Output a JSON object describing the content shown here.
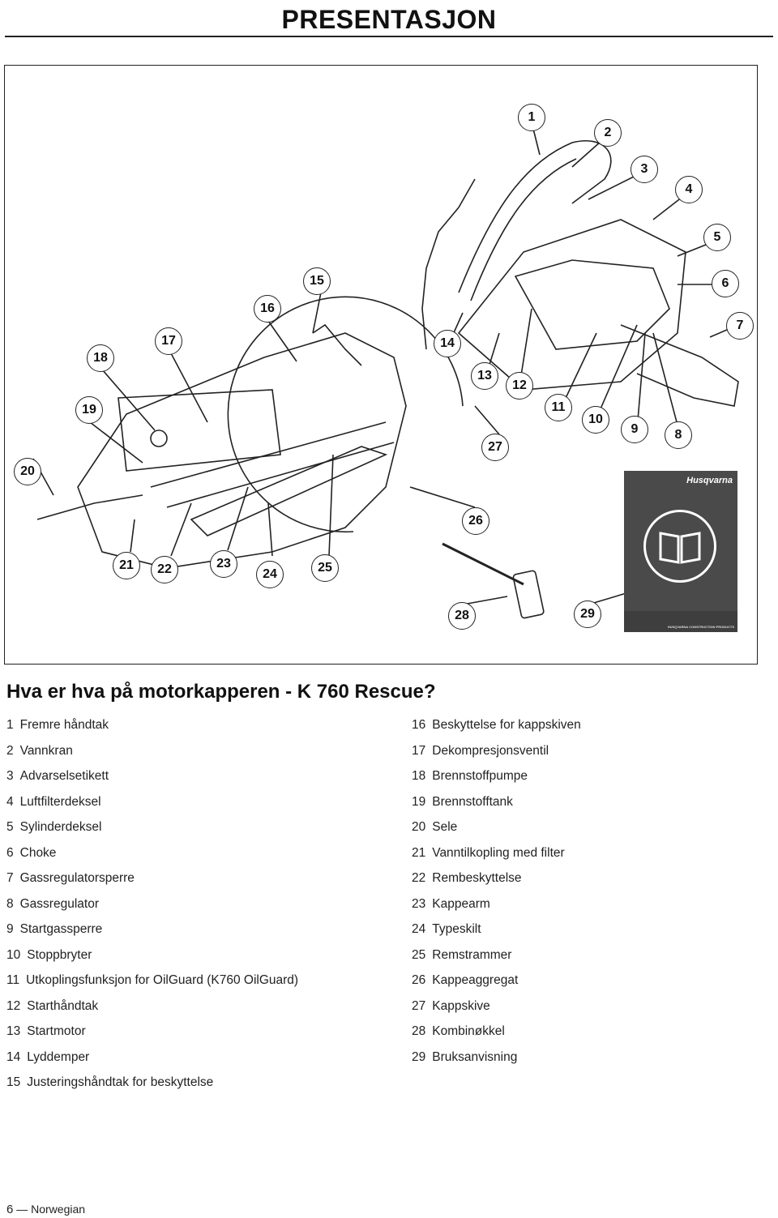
{
  "header": {
    "title": "PRESENTASJON"
  },
  "figure": {
    "callouts": [
      "1",
      "2",
      "3",
      "4",
      "5",
      "6",
      "7",
      "8",
      "9",
      "10",
      "11",
      "12",
      "13",
      "14",
      "15",
      "16",
      "17",
      "18",
      "19",
      "20",
      "21",
      "22",
      "23",
      "24",
      "25",
      "26",
      "27",
      "28",
      "29"
    ],
    "manual": {
      "brand": "Husqvarna",
      "footer": "HUSQVARNA CONSTRUCTION PRODUCTS"
    }
  },
  "section": {
    "heading": "Hva er hva på motorkapperen - K 760 Rescue?"
  },
  "parts_left": [
    {
      "num": "1",
      "label": "Fremre håndtak"
    },
    {
      "num": "2",
      "label": "Vannkran"
    },
    {
      "num": "3",
      "label": "Advarselsetikett"
    },
    {
      "num": "4",
      "label": "Luftfilterdeksel"
    },
    {
      "num": "5",
      "label": "Sylinderdeksel"
    },
    {
      "num": "6",
      "label": "Choke"
    },
    {
      "num": "7",
      "label": "Gassregulatorsperre"
    },
    {
      "num": "8",
      "label": "Gassregulator"
    },
    {
      "num": "9",
      "label": "Startgassperre"
    },
    {
      "num": "10",
      "label": "Stoppbryter"
    },
    {
      "num": "11",
      "label": "Utkoplingsfunksjon for OilGuard (K760 OilGuard)"
    },
    {
      "num": "12",
      "label": "Starthåndtak"
    },
    {
      "num": "13",
      "label": "Startmotor"
    },
    {
      "num": "14",
      "label": "Lyddemper"
    },
    {
      "num": "15",
      "label": "Justeringshåndtak for beskyttelse"
    }
  ],
  "parts_right": [
    {
      "num": "16",
      "label": "Beskyttelse for kappskiven"
    },
    {
      "num": "17",
      "label": "Dekompresjonsventil"
    },
    {
      "num": "18",
      "label": "Brennstoffpumpe"
    },
    {
      "num": "19",
      "label": "Brennstofftank"
    },
    {
      "num": "20",
      "label": "Sele"
    },
    {
      "num": "21",
      "label": "Vanntilkopling med filter"
    },
    {
      "num": "22",
      "label": "Rembeskyttelse"
    },
    {
      "num": "23",
      "label": "Kappearm"
    },
    {
      "num": "24",
      "label": "Typeskilt"
    },
    {
      "num": "25",
      "label": "Remstrammer"
    },
    {
      "num": "26",
      "label": "Kappeaggregat"
    },
    {
      "num": "27",
      "label": "Kappskive"
    },
    {
      "num": "28",
      "label": "Kombinøkkel"
    },
    {
      "num": "29",
      "label": "Bruksanvisning"
    }
  ],
  "footer": {
    "page_number": "6",
    "language": "Norwegian"
  }
}
